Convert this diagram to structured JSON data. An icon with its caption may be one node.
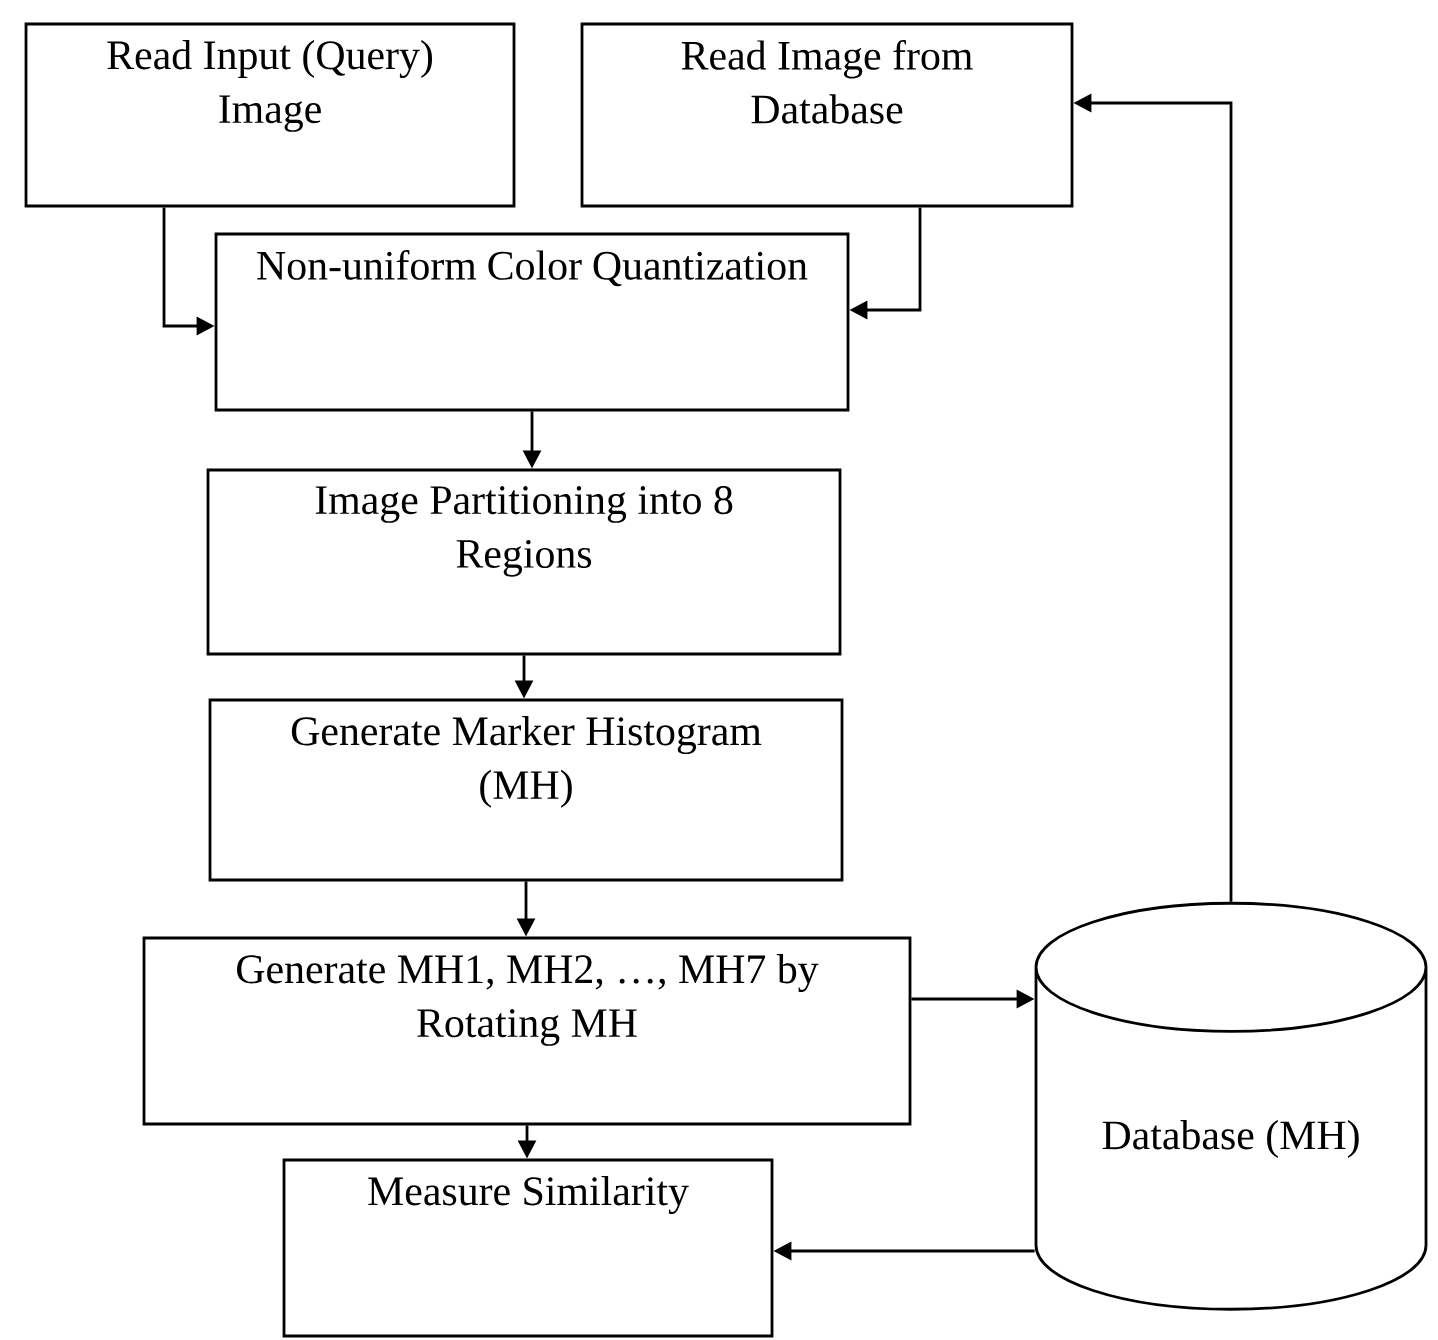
{
  "diagram": {
    "nodes": [
      {
        "text": [
          "Read Input (Query) Image"
        ]
      },
      {
        "text": [
          "Read Image from Database"
        ]
      },
      {
        "text": [
          "Non-uniform Color Quantization"
        ]
      },
      {
        "text": [
          "Image Partitioning into 8 Regions"
        ]
      },
      {
        "text": [
          "Generate Marker Histogram (MH)"
        ]
      },
      {
        "text": [
          "Generate MH1, MH2, …, MH7 by Rotating MH"
        ]
      },
      {
        "text": [
          "Measure Similarity"
        ]
      },
      {
        "text": [
          "Database (MH)"
        ]
      }
    ],
    "edges": [
      {
        "from": 0,
        "to": 2,
        "arrow": "to"
      },
      {
        "from": 1,
        "to": 2,
        "arrow": "to"
      },
      {
        "from": 2,
        "to": 3,
        "arrow": "to"
      },
      {
        "from": 3,
        "to": 4,
        "arrow": "to"
      },
      {
        "from": 4,
        "to": 5,
        "arrow": "to"
      },
      {
        "from": 5,
        "to": 6,
        "arrow": "to"
      },
      {
        "from": 5,
        "to": 7,
        "arrow": "to"
      },
      {
        "from": 7,
        "to": 6,
        "arrow": "to"
      },
      {
        "from": 7,
        "to": 1,
        "arrow": "to"
      }
    ]
  }
}
